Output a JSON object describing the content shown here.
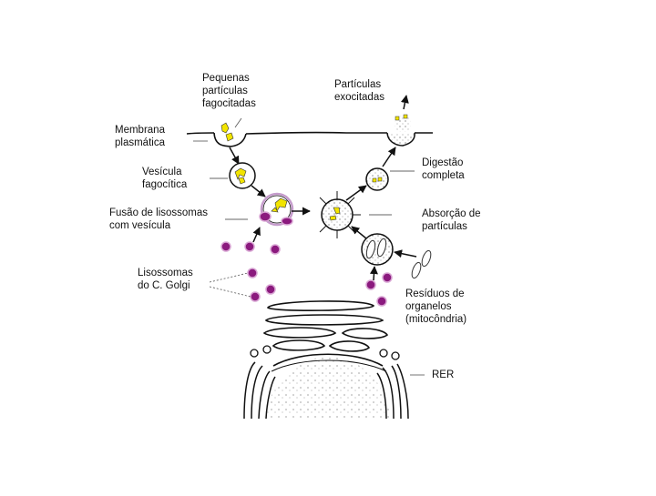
{
  "labels": {
    "pequenas": [
      "Pequenas",
      "partículas",
      "fagocitadas"
    ],
    "membrana": [
      "Membrana",
      "plasmática"
    ],
    "vesicula": [
      "Vesícula",
      "fagocítica"
    ],
    "fusao": [
      "Fusão de lisossomas",
      "com vesícula"
    ],
    "lisossomas": [
      "Lisossomas",
      "do C. Golgi"
    ],
    "exocitadas": [
      "Partículas",
      "exocitadas"
    ],
    "digestao": [
      "Digestão",
      "completa"
    ],
    "absorcao": [
      "Absorção de",
      "partículas"
    ],
    "residuos": [
      "Resíduos de",
      "organelos",
      "(mitocôndria)"
    ],
    "rer": "RER"
  },
  "colors": {
    "lysosome": "#8b1a7e",
    "lysosome_ring": "#d9a6d4",
    "particle": "#f2e400",
    "line": "#111111"
  }
}
